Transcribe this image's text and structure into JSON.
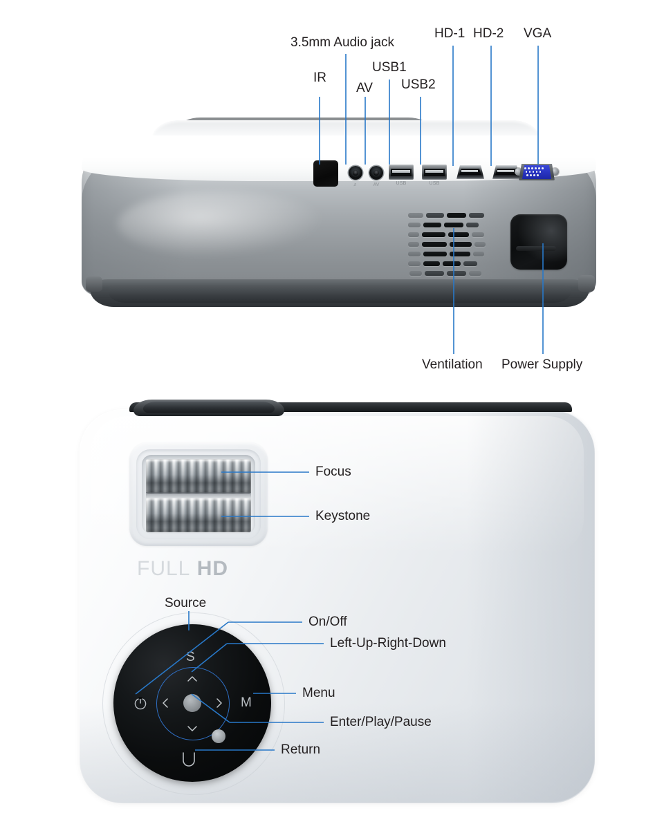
{
  "document": {
    "title": "Projector port and control diagram",
    "type": "product-callout-diagram",
    "background_color": "#ffffff",
    "leader_line_color": "#2878c8",
    "label_text_color": "#231f20"
  },
  "rear_view": {
    "name": "Projector rear / port panel view",
    "callouts": [
      {
        "id": "ir",
        "label": "IR"
      },
      {
        "id": "audio_jack",
        "label": "3.5mm Audio jack"
      },
      {
        "id": "av",
        "label": "AV"
      },
      {
        "id": "usb1",
        "label": "USB1"
      },
      {
        "id": "usb2",
        "label": "USB2"
      },
      {
        "id": "hd1",
        "label": "HD-1"
      },
      {
        "id": "hd2",
        "label": "HD-2"
      },
      {
        "id": "vga",
        "label": "VGA"
      },
      {
        "id": "ventilation",
        "label": "Ventilation"
      },
      {
        "id": "power_supply",
        "label": "Power Supply"
      }
    ],
    "ports": [
      {
        "name": "ir-window",
        "type": "ir-receiver"
      },
      {
        "name": "audio-jack",
        "type": "3.5mm-round-jack"
      },
      {
        "name": "av-jack",
        "type": "3.5mm-round-jack"
      },
      {
        "name": "usb1-port",
        "type": "usb-a"
      },
      {
        "name": "usb2-port",
        "type": "usb-a"
      },
      {
        "name": "hdmi1-port",
        "type": "hdmi"
      },
      {
        "name": "hdmi2-port",
        "type": "hdmi"
      },
      {
        "name": "vga-port",
        "type": "vga-db15",
        "color": "#2a36c4"
      }
    ]
  },
  "top_view": {
    "name": "Projector top / control panel view",
    "brand_logo": {
      "part1": "FULL",
      "part2": "HD"
    },
    "callouts": [
      {
        "id": "focus",
        "label": "Focus"
      },
      {
        "id": "keystone",
        "label": "Keystone"
      },
      {
        "id": "source",
        "label": "Source"
      },
      {
        "id": "on_off",
        "label": "On/Off"
      },
      {
        "id": "dpad",
        "label": "Left-Up-Right-Down"
      },
      {
        "id": "menu",
        "label": "Menu"
      },
      {
        "id": "enter",
        "label": "Enter/Play/Pause"
      },
      {
        "id": "return",
        "label": "Return"
      }
    ],
    "control_pad": {
      "source_key": "S",
      "menu_key": "M",
      "power_icon": "power-symbol",
      "return_icon": "return-arrow",
      "direction_icons": [
        "up-chevron",
        "right-chevron",
        "down-chevron",
        "left-chevron"
      ]
    },
    "dials": [
      {
        "name": "focus-dial",
        "label": "Focus"
      },
      {
        "name": "keystone-dial",
        "label": "Keystone"
      }
    ]
  }
}
